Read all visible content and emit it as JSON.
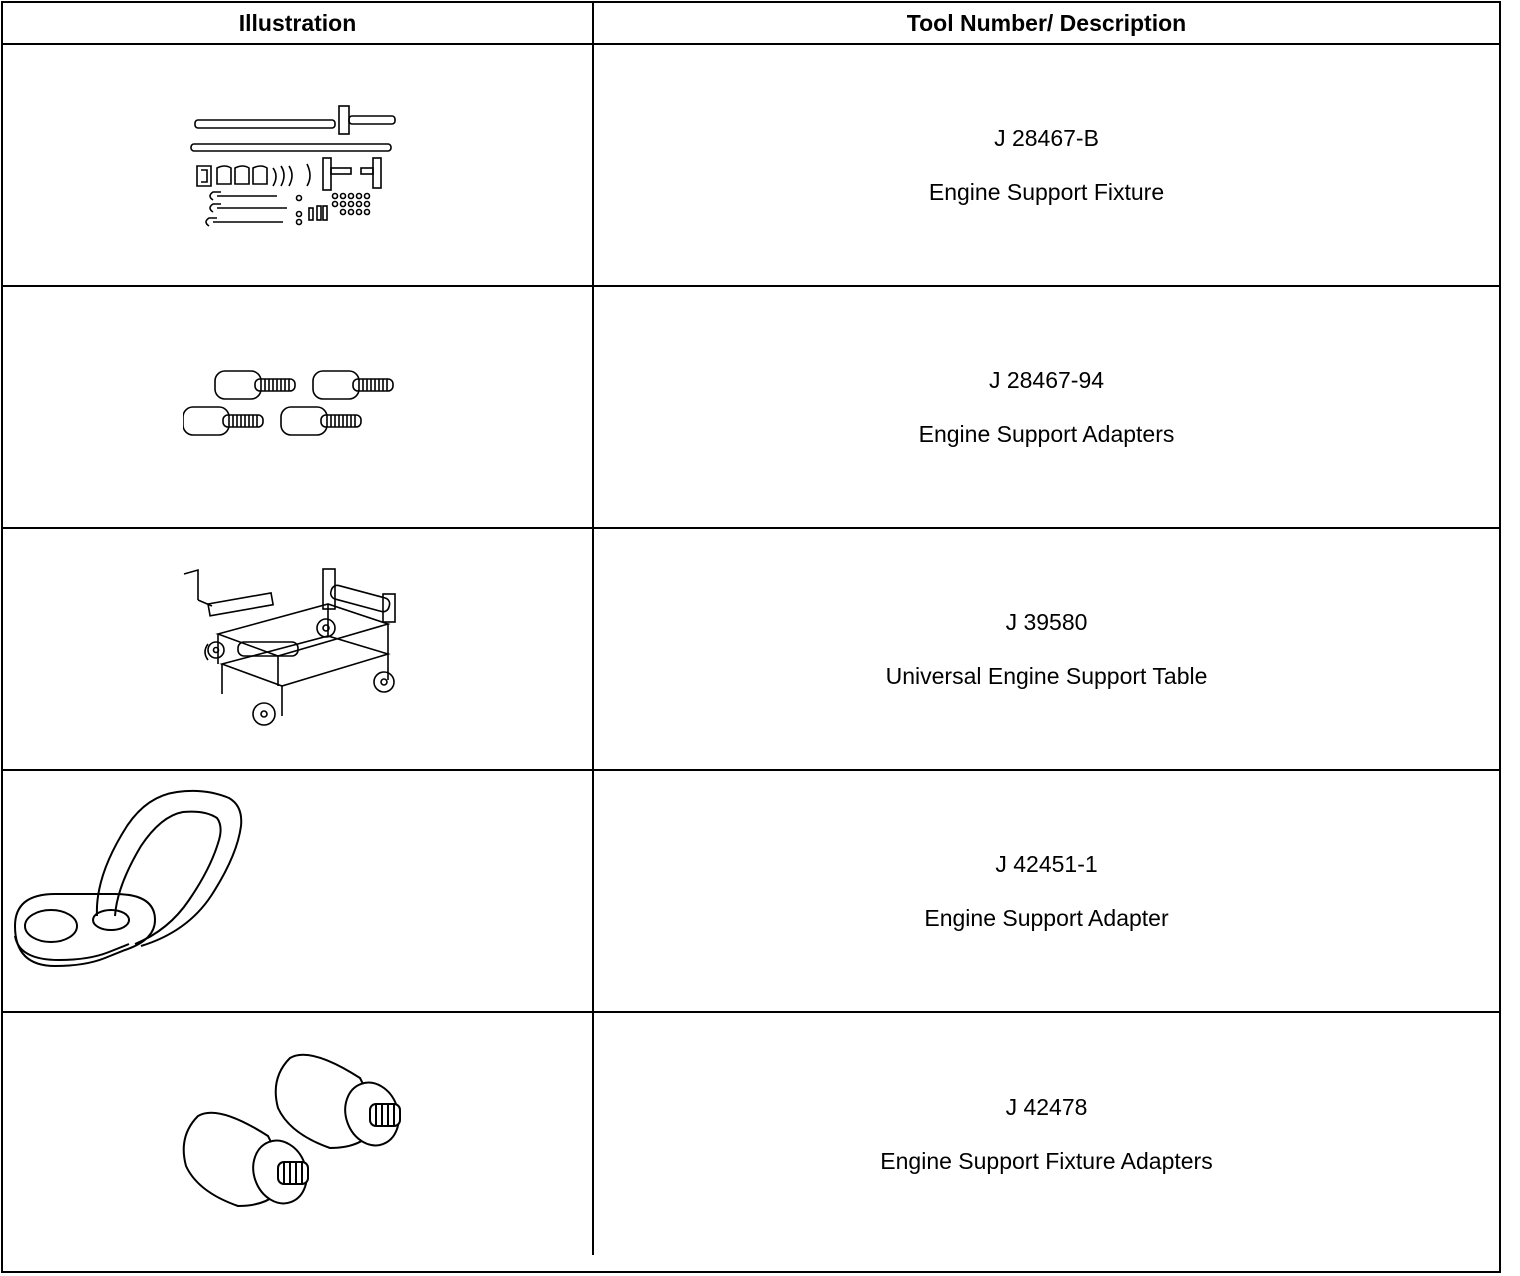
{
  "table": {
    "header": {
      "illustration": "Illustration",
      "description": "Tool Number/ Description"
    },
    "rows": [
      {
        "tool_number": "J 28467-B",
        "description": "Engine Support Fixture",
        "illustration_icon": "engine-support-fixture-kit-icon"
      },
      {
        "tool_number": "J 28467-94",
        "description": "Engine Support Adapters",
        "illustration_icon": "engine-support-adapters-icon"
      },
      {
        "tool_number": "J 39580",
        "description": "Universal Engine Support Table",
        "illustration_icon": "universal-engine-support-table-icon"
      },
      {
        "tool_number": "J 42451-1",
        "description": "Engine Support Adapter",
        "illustration_icon": "engine-support-adapter-loop-icon"
      },
      {
        "tool_number": "J 42478",
        "description": "Engine Support Fixture Adapters",
        "illustration_icon": "engine-support-fixture-adapters-icon"
      }
    ]
  }
}
